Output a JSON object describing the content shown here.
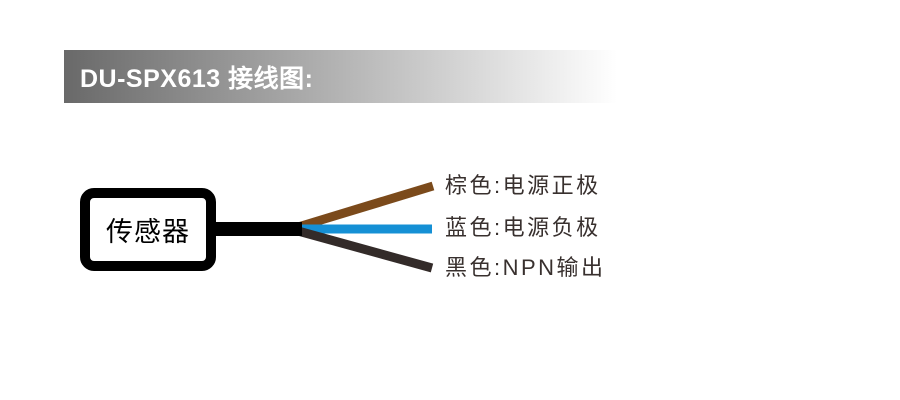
{
  "header": {
    "title": "DU-SPX613 接线图:"
  },
  "diagram": {
    "sensor_label": "传感器",
    "cable_color": "#000000",
    "wires": [
      {
        "name": "brown",
        "color": "#7b4a1b",
        "label": "棕色:电源正极"
      },
      {
        "name": "blue",
        "color": "#1590d5",
        "label": "蓝色:电源负极"
      },
      {
        "name": "black",
        "color": "#332b29",
        "label": "黑色:NPN输出"
      }
    ]
  },
  "colors": {
    "header_gradient_start": "#696969",
    "header_gradient_end": "#ffffff",
    "header_text": "#ffffff",
    "label_text": "#38302e",
    "sensor_outline": "#000000"
  }
}
